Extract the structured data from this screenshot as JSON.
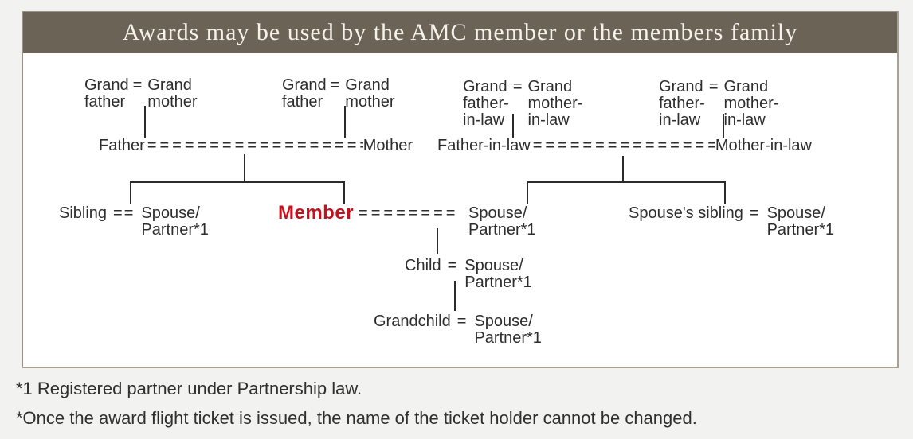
{
  "header": {
    "title": "Awards may be used by the AMC member or the members family"
  },
  "diagram": {
    "couples": [
      {
        "left": "Grand\nfather",
        "eq": "=",
        "right": "Grand\nmother"
      },
      {
        "left": "Grand\nfather",
        "eq": "=",
        "right": "Grand\nmother"
      },
      {
        "left": "Grand\nfather-\nin-law",
        "eq": "=",
        "right": "Grand\nmother-\nin-law"
      },
      {
        "left": "Grand\nfather-\nin-law",
        "eq": "=",
        "right": "Grand\nmother-\nin-law"
      }
    ],
    "parents_row": {
      "left": "Father",
      "connector": "====================",
      "right": "Mother"
    },
    "inlaws_row": {
      "left": "Father-in-law",
      "connector": "==================",
      "right": "Mother-in-law"
    },
    "sibling_row": {
      "label": "Sibling",
      "eq": "==",
      "spouse": "Spouse/\nPartner*1"
    },
    "member_row": {
      "label": "Member",
      "connector": "========",
      "spouse": "Spouse/\nPartner*1"
    },
    "spouse_sibling_row": {
      "label": "Spouse's sibling",
      "eq": "=",
      "spouse": "Spouse/\nPartner*1"
    },
    "child_row": {
      "label": "Child",
      "eq": "=",
      "spouse": "Spouse/\nPartner*1"
    },
    "grandchild_row": {
      "label": "Grandchild",
      "eq": "=",
      "spouse": "Spouse/\nPartner*1"
    }
  },
  "footnotes": [
    "*1 Registered partner under Partnership law.",
    "*Once the award flight ticket is issued, the name of the ticket holder cannot be changed."
  ],
  "colors": {
    "header_bg": "#6b6356",
    "header_text": "#f5f2ec",
    "member_red": "#c1121d",
    "ink": "#2d2d2d",
    "panel_border": "#a8a094",
    "page_bg": "#f2f2f0"
  }
}
